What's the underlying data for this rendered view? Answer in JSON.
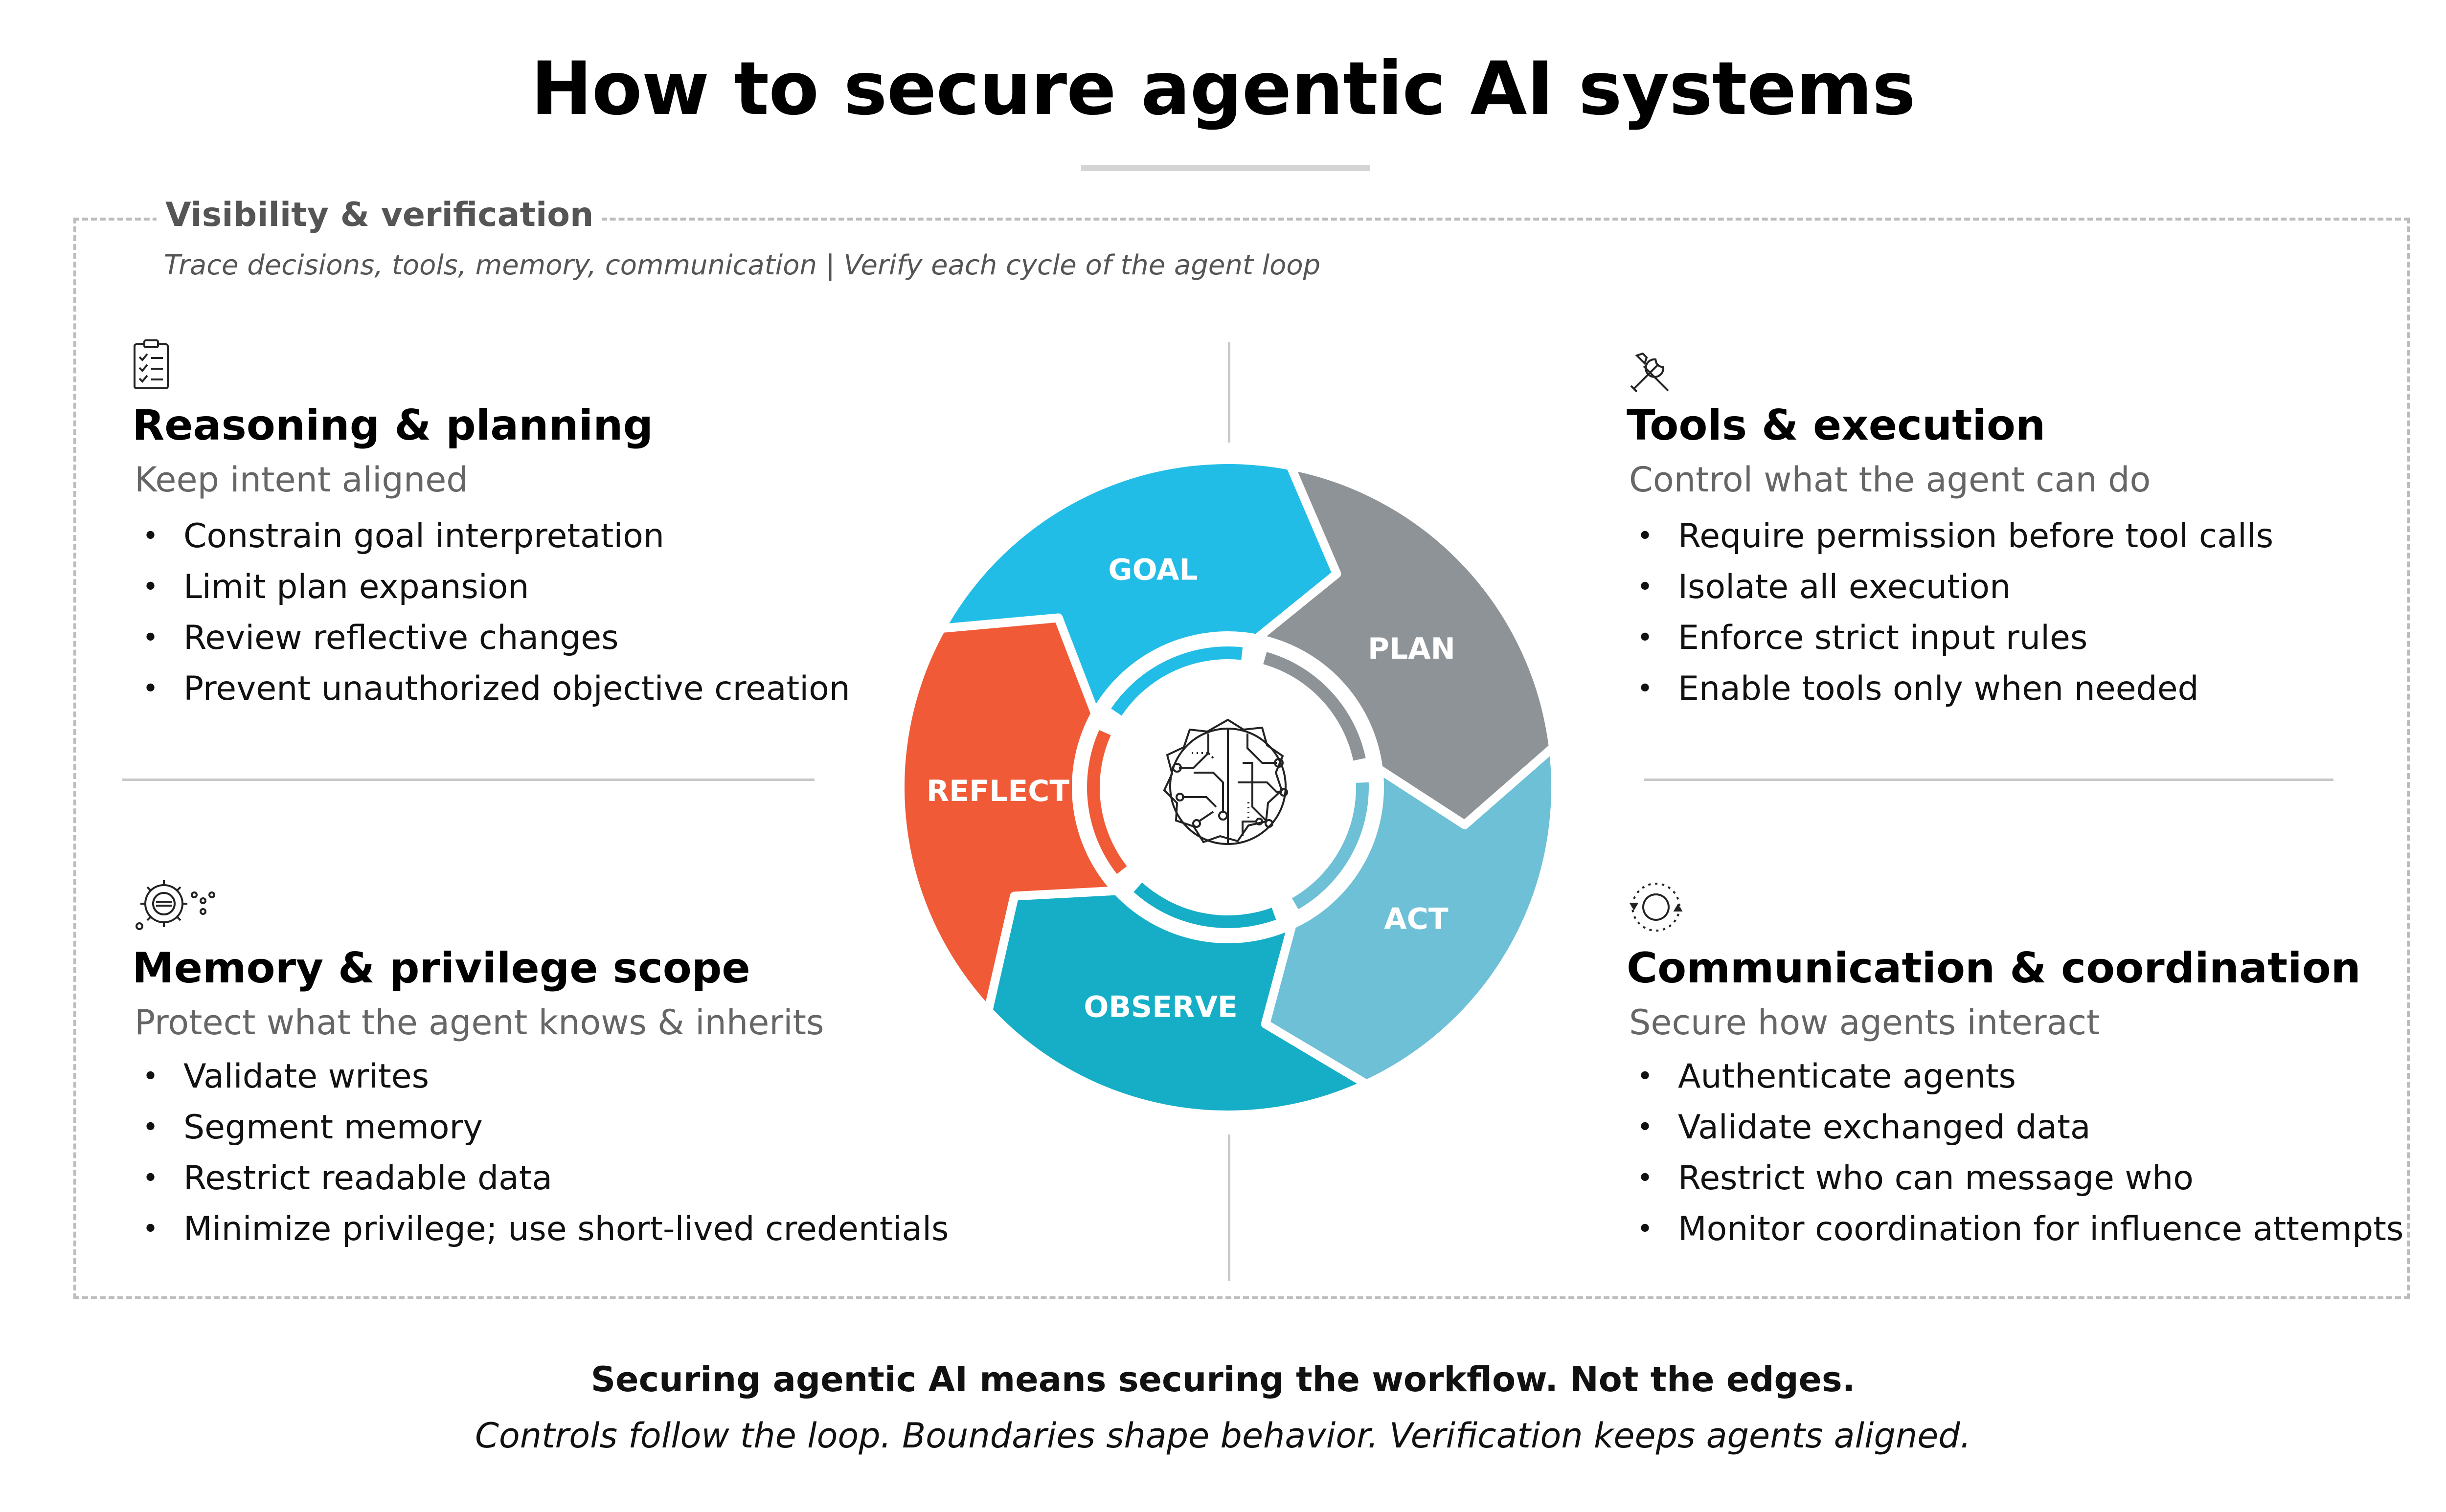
{
  "title": "How to secure agentic AI systems",
  "visibility": {
    "title": "Visibility & verification",
    "subtitle": "Trace decisions, tools, memory, communication | Verify each cycle of the agent loop"
  },
  "quadrants": {
    "reasoning": {
      "icon": "checklist-icon",
      "title": "Reasoning & planning",
      "subtitle": "Keep intent aligned",
      "items": [
        "Constrain goal interpretation",
        "Limit plan expansion",
        "Review reflective changes",
        "Prevent unauthorized objective creation"
      ]
    },
    "tools": {
      "icon": "wrench-screwdriver-icon",
      "title": "Tools & execution",
      "subtitle": "Control what the agent can do",
      "items": [
        "Require permission before tool calls",
        "Isolate all execution",
        "Enforce strict input rules",
        "Enable tools only when needed"
      ]
    },
    "memory": {
      "icon": "gear-data-icon",
      "title": "Memory & privilege scope",
      "subtitle": "Protect what the agent knows & inherits",
      "items": [
        "Validate writes",
        "Segment memory",
        "Restrict readable data",
        "Minimize privilege; use short-lived credentials"
      ]
    },
    "communication": {
      "icon": "orbit-cycle-icon",
      "title": "Communication & coordination",
      "subtitle": "Secure how agents interact",
      "items": [
        "Authenticate agents",
        "Validate exchanged data",
        "Restrict who can message who",
        "Monitor coordination for influence attempts"
      ]
    }
  },
  "cycle": {
    "center_icon": "circuit-brain-icon",
    "segments": [
      {
        "label": "GOAL",
        "color": "#22BDE6"
      },
      {
        "label": "PLAN",
        "color": "#8E9397"
      },
      {
        "label": "ACT",
        "color": "#6DC0D6"
      },
      {
        "label": "OBSERVE",
        "color": "#16AEC6"
      },
      {
        "label": "REFLECT",
        "color": "#F05A37"
      }
    ]
  },
  "footer": {
    "main": "Securing agentic AI means securing the workflow. Not the edges.",
    "sub": "Controls follow the loop. Boundaries shape behavior. Verification keeps agents aligned."
  }
}
